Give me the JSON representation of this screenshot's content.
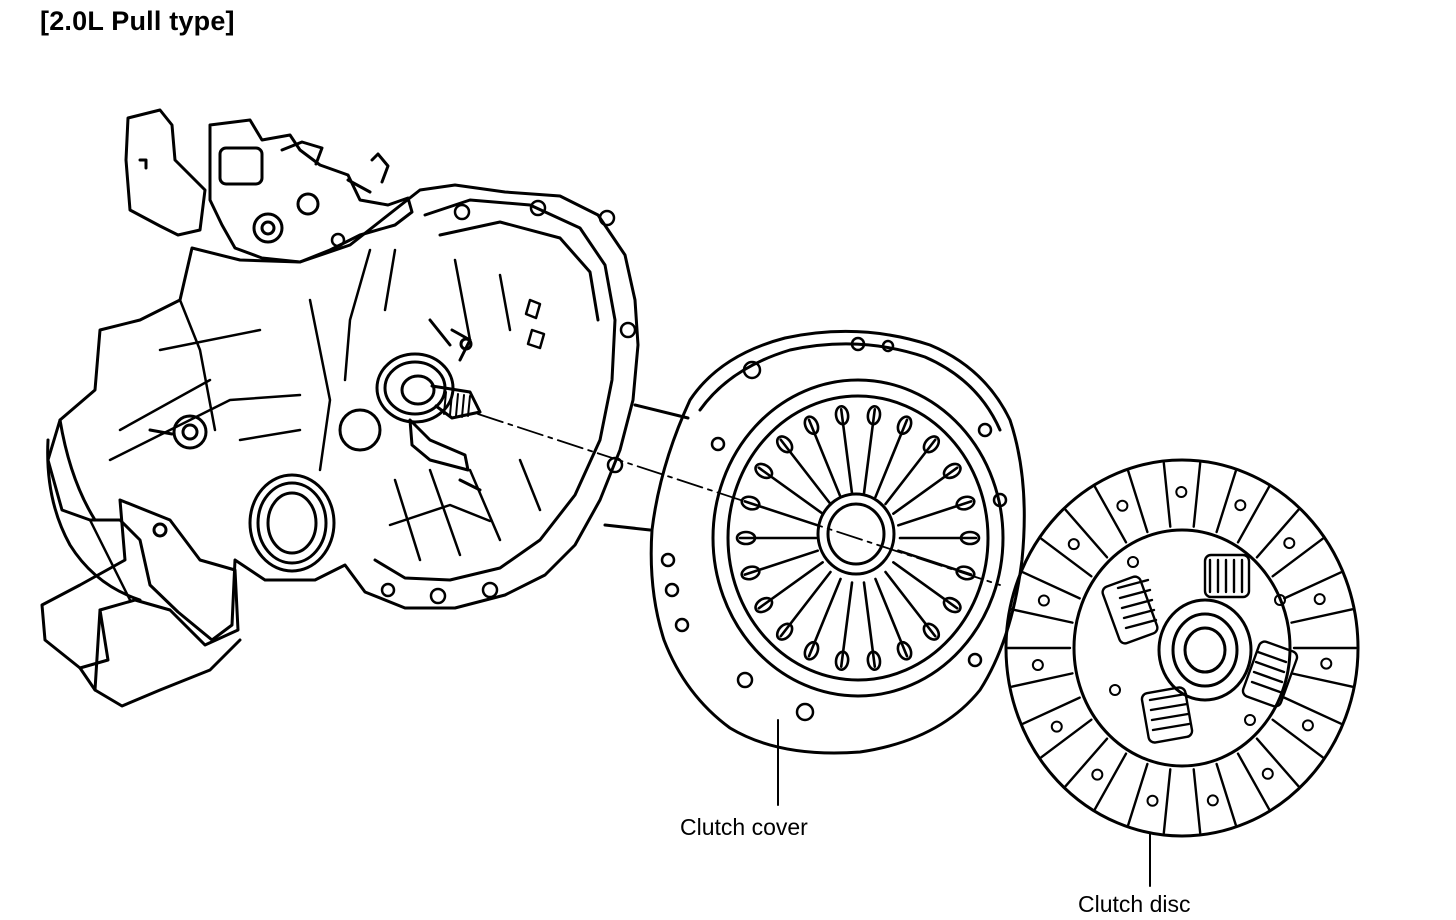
{
  "diagram": {
    "title": "[2.0L Pull type]",
    "labels": {
      "clutch_cover": "Clutch cover",
      "clutch_disc": "Clutch disc"
    }
  }
}
